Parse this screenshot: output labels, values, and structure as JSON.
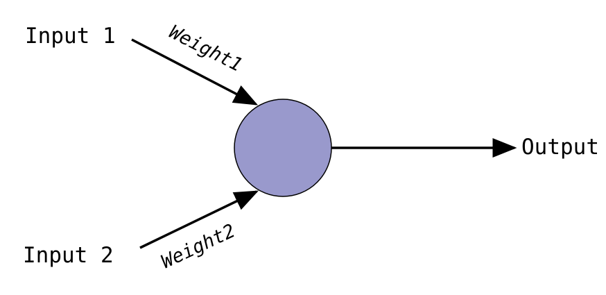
{
  "diagram": {
    "inputs": [
      {
        "label": "Input 1",
        "weight_label": "Weight1"
      },
      {
        "label": "Input 2",
        "weight_label": "Weight2"
      }
    ],
    "output": {
      "label": "Output"
    },
    "colors": {
      "neuron_fill": "#9999cc",
      "stroke": "#000000",
      "background": "#ffffff"
    }
  }
}
